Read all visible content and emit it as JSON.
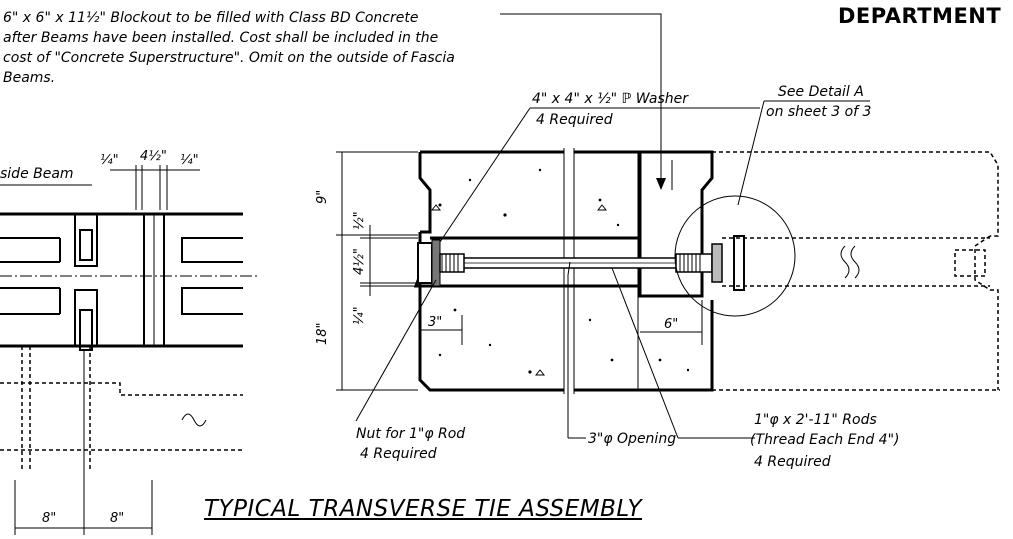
{
  "header": {
    "department": "DEPARTMENT"
  },
  "title": "TYPICAL TRANSVERSE TIE ASSEMBLY",
  "notes": {
    "blockout": [
      "6\" x 6\" x 11½\" Blockout to be filled with Class BD Concrete",
      "after Beams have been installed.  Cost shall be included in the",
      "cost of  \"Concrete Superstructure\". Omit on the outside of Fascia",
      "Beams."
    ],
    "washer": [
      "4\" x 4\" x ½\" ℙ Washer",
      "4 Required"
    ],
    "detail_ref": [
      "See Detail A",
      "on sheet 3 of 3"
    ],
    "nut": [
      "Nut for 1\"φ Rod",
      "4 Required"
    ],
    "opening": "3\"φ Opening",
    "rods": [
      "1\"φ x 2'-11\" Rods",
      "(Thread Each End 4\")",
      "4 Required"
    ],
    "outside_beam": "side Beam"
  },
  "dimensions": {
    "top_left": "¼\"",
    "top_mid": "4½\"",
    "top_right": "¼\"",
    "bottom_left": "8\"",
    "bottom_right": "8\"",
    "vert_9": "9\"",
    "vert_half": "½\"",
    "vert_4half": "4½\"",
    "vert_quarter": "¼\"",
    "vert_18": "18\"",
    "horiz_3": "3\"",
    "horiz_6": "6\""
  }
}
